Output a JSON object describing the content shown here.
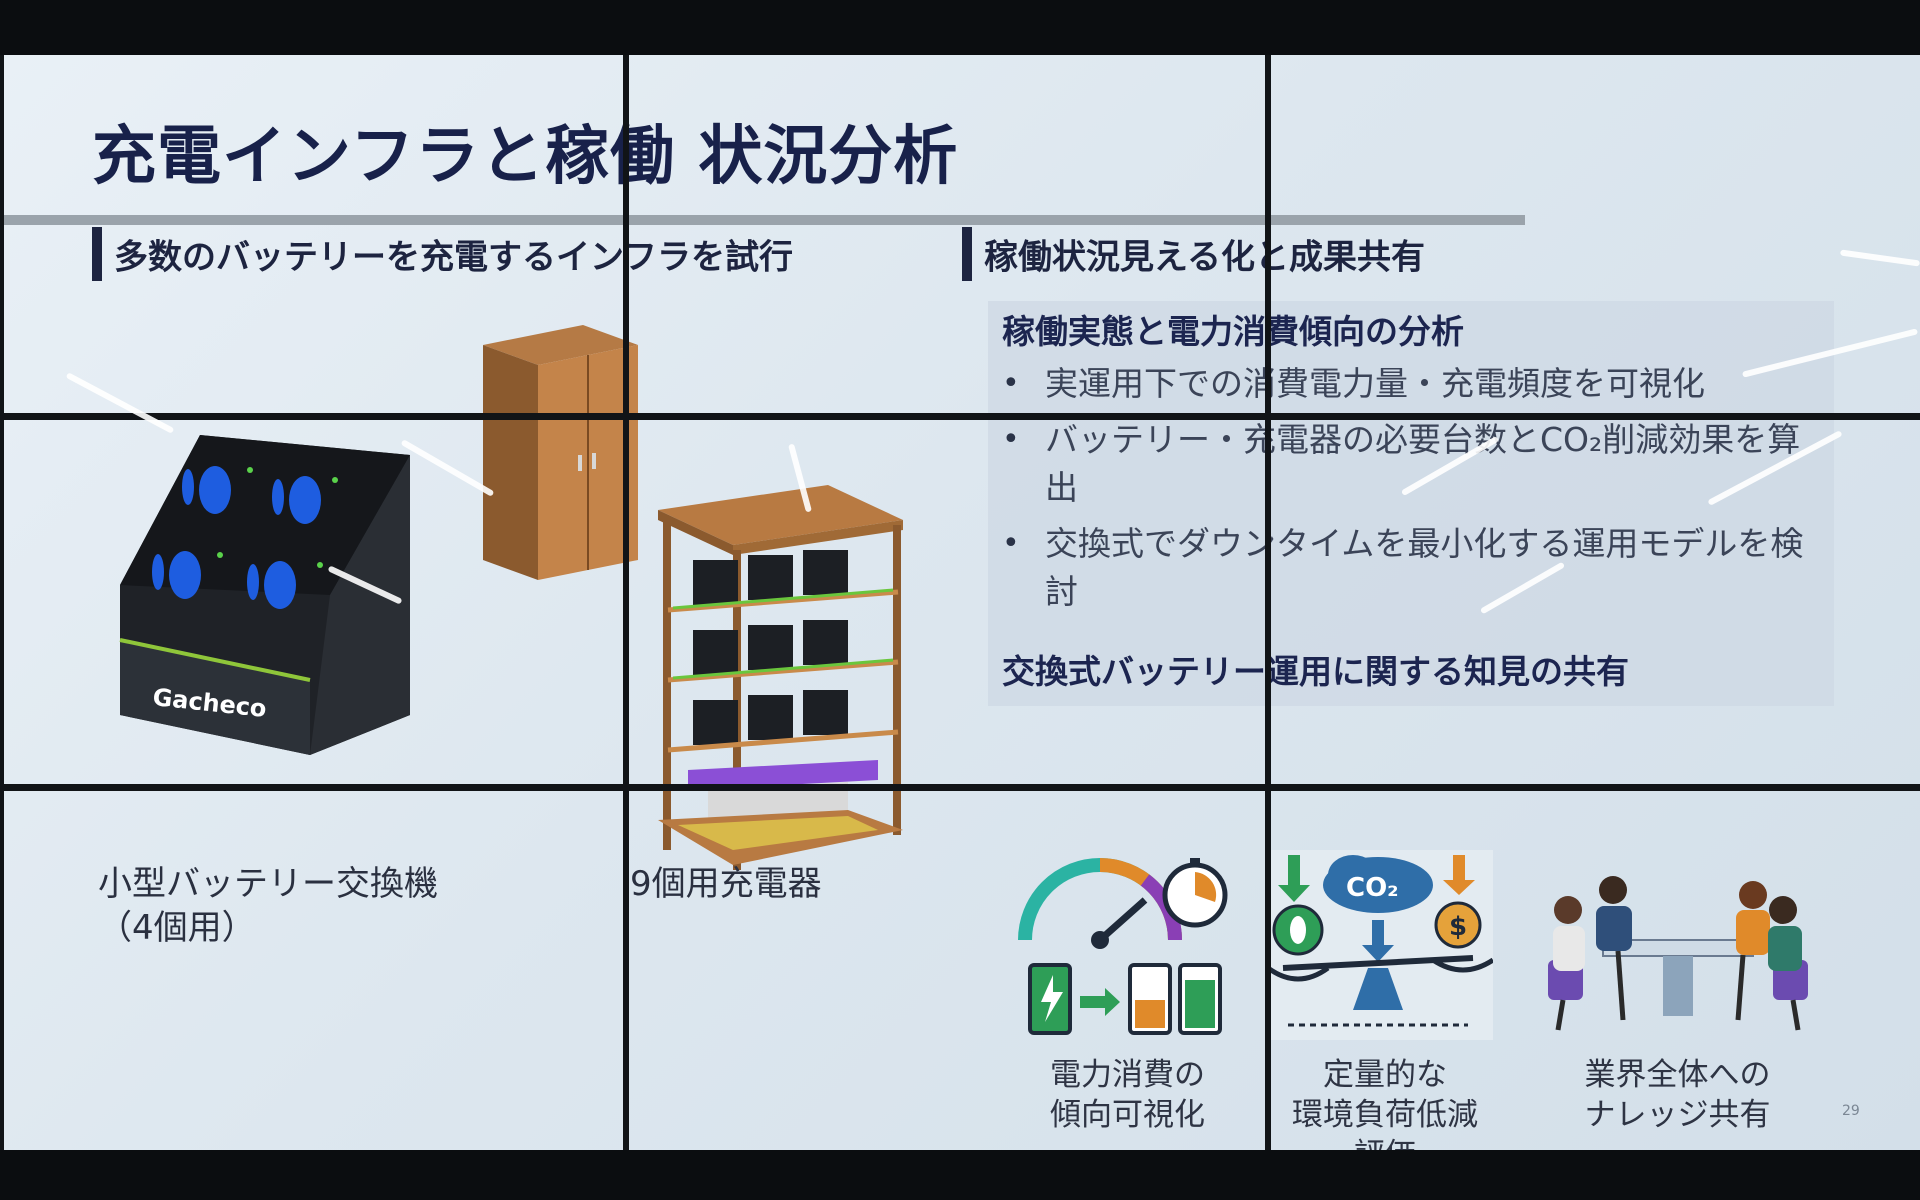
{
  "slide": {
    "title": "充電インフラと稼働 状況分析",
    "left_section": {
      "heading": "多数のバッテリーを充電するインフラを試行",
      "captions": {
        "device1_line1": "小型バッテリー交換機",
        "device1_line2": "（4個用）",
        "device2": "9個用充電器"
      },
      "brand_logo": "Gacheco"
    },
    "right_section": {
      "heading": "稼働状況見える化と成果共有",
      "subheading1": "稼働実態と電力消費傾向の分析",
      "bullets": [
        "実運用下での消費電力量・充電頻度を可視化",
        "バッテリー・充電器の必要台数とCO₂削減効果を算出",
        "交換式でダウンタイムを最小化する運用モデルを検討"
      ],
      "subheading2": "交換式バッテリー運用に関する知見の共有"
    },
    "icons": [
      {
        "name": "gauge-battery-icon",
        "label_line1": "電力消費の",
        "label_line2": "傾向可視化"
      },
      {
        "name": "co2-scale-icon",
        "label_line1": "定量的な",
        "label_line2": "環境負荷低減",
        "label_line3": "評価",
        "badge": "CO₂",
        "coin": "$"
      },
      {
        "name": "team-meeting-icon",
        "label_line1": "業界全体への",
        "label_line2": "ナレッジ共有"
      }
    ],
    "page_number": "29"
  },
  "colors": {
    "title": "#18214a",
    "background": "#dfe8f0",
    "bezel": "#111417"
  }
}
